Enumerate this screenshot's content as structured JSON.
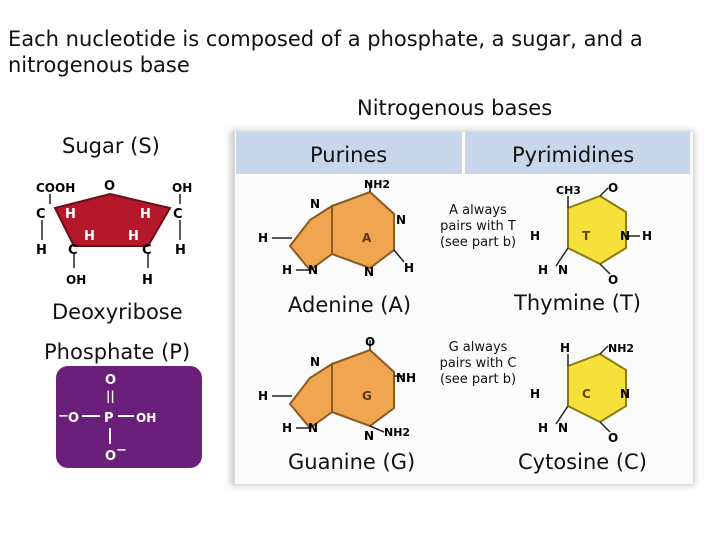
{
  "heading": "Each nucleotide is composed of a phosphate, a sugar, and a nitrogenous base",
  "nitrogenous_bases_title": "Nitrogenous bases",
  "sugar_label": "Sugar (S)",
  "deoxyribose_label": "Deoxyribose",
  "phosphate_label": "Phosphate (P)",
  "purines_label": "Purines",
  "pyrimidines_label": "Pyrimidines",
  "adenine_label": "Adenine (A)",
  "thymine_label": "Thymine (T)",
  "guanine_label": "Guanine (G)",
  "cytosine_label": "Cytosine (C)",
  "at_note": "A always pairs with T (see part b)",
  "gc_note": "G always pairs with C (see part b)",
  "sugar_atoms": {
    "cooh": "COOH",
    "o": "O",
    "oh": "OH",
    "c": "C",
    "h": "H"
  },
  "phosphate_atoms": {
    "o": "O",
    "p": "P",
    "oh": "OH",
    "ominus": "O",
    "minus": "−",
    "dbl": "||"
  },
  "base_atoms": {
    "a": "A",
    "g": "G",
    "t": "T",
    "c": "C",
    "h": "H",
    "n": "N",
    "nh2": "NH2",
    "o": "O",
    "ch3": "CH3"
  },
  "colors": {
    "sugar": "#b5182a",
    "purine": "#f0a550",
    "pyrimidine": "#f6e03a",
    "phosphate": "#6a1f7a",
    "header": "#c8d6ea"
  }
}
